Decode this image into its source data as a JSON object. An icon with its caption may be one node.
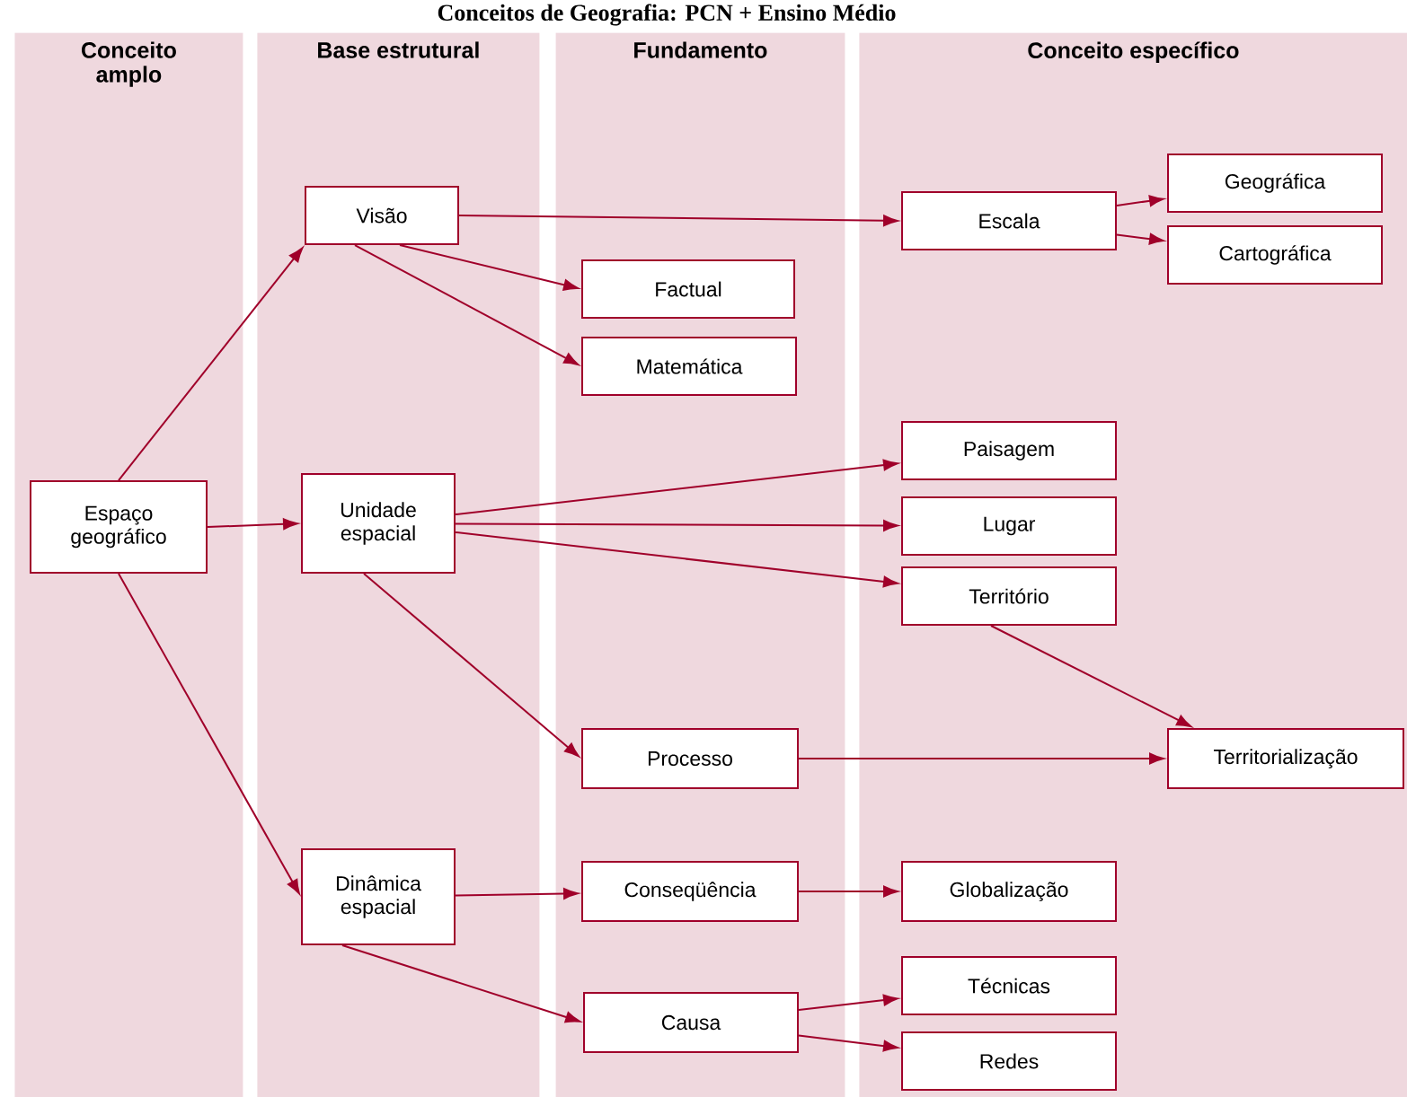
{
  "diagram": {
    "title": "Conceitos de Geografia: PCN + Ensino Médio",
    "nodes": [
      {
        "text": [
          "Conceito amplo"
        ]
      },
      {
        "text": [
          "Base estrutural"
        ]
      },
      {
        "text": [
          "Fundamento"
        ]
      },
      {
        "text": [
          "Conceito específico"
        ]
      },
      {
        "text": [
          "Espaço geográfico"
        ],
        "in": 0
      },
      {
        "text": [
          "Visão"
        ],
        "in": 1
      },
      {
        "text": [
          "Unidade espacial"
        ],
        "in": 1
      },
      {
        "text": [
          "Dinâmica espacial"
        ],
        "in": 1
      },
      {
        "text": [
          "Factual"
        ],
        "in": 2
      },
      {
        "text": [
          "Matemática"
        ],
        "in": 2
      },
      {
        "text": [
          "Processo"
        ],
        "in": 2
      },
      {
        "text": [
          "Conseqüência"
        ],
        "in": 2
      },
      {
        "text": [
          "Causa"
        ],
        "in": 2
      },
      {
        "text": [
          "Escala"
        ],
        "in": 3
      },
      {
        "text": [
          "Geográfica"
        ],
        "in": 3
      },
      {
        "text": [
          "Cartográfica"
        ],
        "in": 3
      },
      {
        "text": [
          "Paisagem"
        ],
        "in": 3
      },
      {
        "text": [
          "Lugar"
        ],
        "in": 3
      },
      {
        "text": [
          "Território"
        ],
        "in": 3
      },
      {
        "text": [
          "Territorialização"
        ],
        "in": 3
      },
      {
        "text": [
          "Globalização"
        ],
        "in": 3
      },
      {
        "text": [
          "Técnicas"
        ],
        "in": 3
      },
      {
        "text": [
          "Redes"
        ],
        "in": 3
      }
    ],
    "edges": [
      {
        "from": 4,
        "to": 5,
        "arrow": "to"
      },
      {
        "from": 4,
        "to": 6,
        "arrow": "to"
      },
      {
        "from": 4,
        "to": 7,
        "arrow": "to"
      },
      {
        "from": 5,
        "to": 13,
        "arrow": "to"
      },
      {
        "from": 5,
        "to": 8,
        "arrow": "to"
      },
      {
        "from": 5,
        "to": 9,
        "arrow": "to"
      },
      {
        "from": 6,
        "to": 16,
        "arrow": "to"
      },
      {
        "from": 6,
        "to": 17,
        "arrow": "to"
      },
      {
        "from": 6,
        "to": 18,
        "arrow": "to"
      },
      {
        "from": 6,
        "to": 10,
        "arrow": "to"
      },
      {
        "from": 7,
        "to": 11,
        "arrow": "to"
      },
      {
        "from": 7,
        "to": 12,
        "arrow": "to"
      },
      {
        "from": 13,
        "to": 14,
        "arrow": "to"
      },
      {
        "from": 13,
        "to": 15,
        "arrow": "to"
      },
      {
        "from": 18,
        "to": 19,
        "arrow": "to"
      },
      {
        "from": 10,
        "to": 19,
        "arrow": "to"
      },
      {
        "from": 11,
        "to": 20,
        "arrow": "to"
      },
      {
        "from": 12,
        "to": 21,
        "arrow": "to"
      },
      {
        "from": 12,
        "to": 22,
        "arrow": "to"
      }
    ]
  }
}
